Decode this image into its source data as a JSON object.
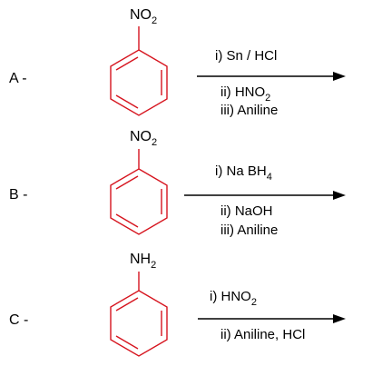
{
  "reactions": [
    {
      "label": "A -",
      "group": {
        "main": "NO",
        "sub": "2"
      },
      "steps": [
        {
          "text": "i) Sn / HCl",
          "sub": "",
          "after": ""
        },
        {
          "text": "ii) HNO",
          "sub": "2",
          "after": ""
        },
        {
          "text": "iii) Aniline",
          "sub": "",
          "after": ""
        }
      ]
    },
    {
      "label": "B -",
      "group": {
        "main": "NO",
        "sub": "2"
      },
      "steps": [
        {
          "text": "i) Na BH",
          "sub": "4",
          "after": ""
        },
        {
          "text": "ii) NaOH",
          "sub": "",
          "after": ""
        },
        {
          "text": "iii) Aniline",
          "sub": "",
          "after": ""
        }
      ]
    },
    {
      "label": "C -",
      "group": {
        "main": "NH",
        "sub": "2"
      },
      "steps": [
        {
          "text": "i) HNO",
          "sub": "2",
          "after": ""
        },
        {
          "text": "ii) Aniline, HCl",
          "sub": "",
          "after": ""
        }
      ]
    }
  ],
  "colors": {
    "ring": "#d6141e",
    "text": "#000000",
    "arrow": "#000000"
  }
}
